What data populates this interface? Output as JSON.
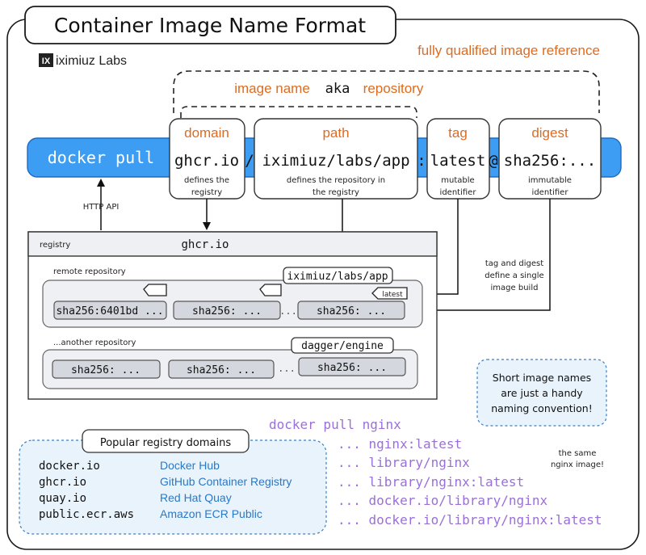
{
  "title": "Container Image Name Format",
  "logo": {
    "mark": "IX",
    "text": "iximiuz Labs"
  },
  "fqir_label": "fully qualified image reference",
  "image_name_label": {
    "part1": "image name",
    "aka": "aka",
    "part2": "repository"
  },
  "command": "docker pull",
  "parts": {
    "domain": {
      "label": "domain",
      "value": "ghcr.io",
      "sep": "/",
      "desc": [
        "defines the",
        "registry"
      ]
    },
    "path": {
      "label": "path",
      "value": "iximiuz/labs/app",
      "sep": ":",
      "desc": [
        "defines the repository in",
        "the registry"
      ]
    },
    "tag": {
      "label": "tag",
      "value": "latest",
      "sep": "@",
      "desc": [
        "mutable",
        "identifier"
      ]
    },
    "digest": {
      "label": "digest",
      "value": "sha256:...",
      "desc": [
        "immutable",
        "identifier"
      ]
    }
  },
  "http_api": "HTTP API",
  "registry": {
    "label": "registry",
    "name": "ghcr.io",
    "remote_label": "remote repository",
    "remote_name": "iximiuz/labs/app",
    "remote_digests": [
      "sha256:6401bd ...",
      "sha256: ...",
      "sha256: ..."
    ],
    "ellipsis": "...",
    "latest_tag": "latest",
    "another_label": "...another repository",
    "another_name": "dagger/engine",
    "another_digests": [
      "sha256: ...",
      "sha256: ...",
      "sha256: ..."
    ]
  },
  "tag_digest_note": [
    "tag and digest",
    "define a single",
    "image build"
  ],
  "short_names_note": [
    "Short image names",
    "are just a handy",
    "naming convention!"
  ],
  "popular": {
    "title": "Popular registry domains",
    "rows": [
      {
        "domain": "docker.io",
        "name": "Docker Hub"
      },
      {
        "domain": "ghcr.io",
        "name": "GitHub Container Registry"
      },
      {
        "domain": "quay.io",
        "name": "Red Hat Quay"
      },
      {
        "domain": "public.ecr.aws",
        "name": "Amazon ECR Public"
      }
    ]
  },
  "nginx_example": {
    "command": "docker pull nginx",
    "equivalents": [
      "... nginx:latest",
      "... library/nginx",
      "... library/nginx:latest",
      "... docker.io/library/nginx",
      "... docker.io/library/nginx:latest"
    ],
    "note": [
      "the same",
      "nginx image!"
    ]
  },
  "colors": {
    "accent_blue": "#3d9df3",
    "orange": "#dd6b20",
    "purple": "#9b6fd9",
    "link_blue": "#2b78c5",
    "panel_gray": "#eef0f3",
    "note_fill": "#e9f3fb"
  }
}
